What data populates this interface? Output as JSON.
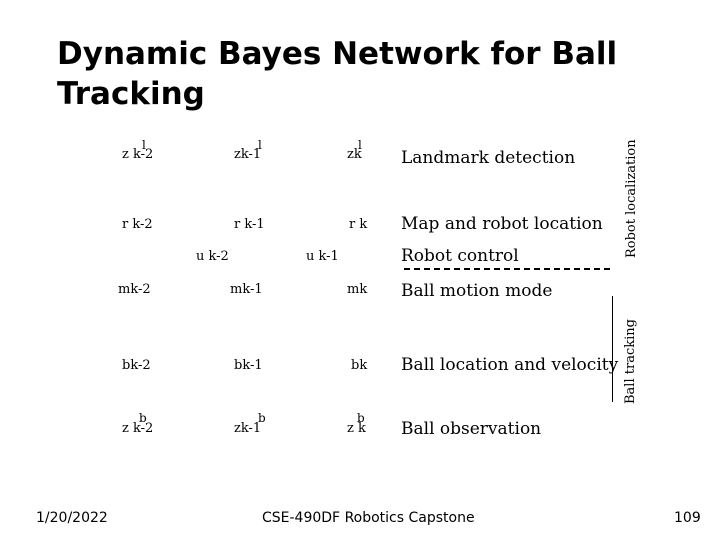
{
  "slide": {
    "title": "Dynamic Bayes Network for Ball Tracking",
    "date": "1/20/2022",
    "course": "CSE-490DF Robotics Capstone",
    "page_number": "109"
  },
  "nodes": {
    "z_landmark": [
      {
        "sup": "l",
        "main": "z k-2"
      },
      {
        "sup": "l",
        "main": "zk-1"
      },
      {
        "sup": "l",
        "main": "zk"
      }
    ],
    "robot_location": [
      "r k-2",
      "r k-1",
      "r k"
    ],
    "robot_control": [
      "u k-2",
      "u k-1"
    ],
    "motion_mode": [
      "mk-2",
      "mk-1",
      "mk"
    ],
    "ball_state": [
      "bk-2",
      "bk-1",
      "bk"
    ],
    "z_ball": [
      {
        "sup": "b",
        "main": "z k-2"
      },
      {
        "sup": "b",
        "main": "zk-1"
      },
      {
        "sup": "b",
        "main": "z k"
      }
    ]
  },
  "row_labels": {
    "landmark": "Landmark detection",
    "map_location": "Map and robot location",
    "control": "Robot control",
    "motion": "Ball motion mode",
    "ball_location": "Ball location and velocity",
    "ball_observation": "Ball observation"
  },
  "side_labels": {
    "localization": "Robot localization",
    "tracking": "Ball tracking"
  }
}
